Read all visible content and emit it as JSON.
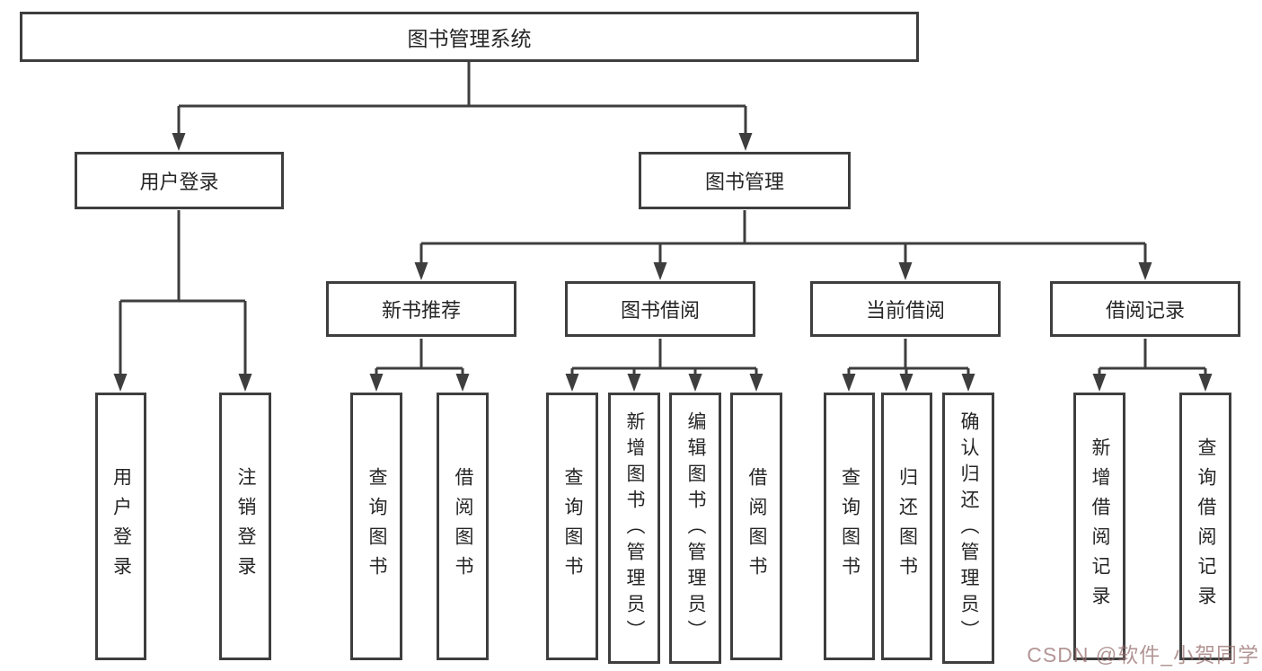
{
  "diagram": {
    "type": "tree",
    "title": "图书管理系统",
    "watermark": "CSDN @软件_小贺同学",
    "colors": {
      "line": "#3e3e3e",
      "box_fill": "#ffffff",
      "text": "#262626",
      "watermark": "#b98f8f"
    },
    "nodes": {
      "root": {
        "label": "图书管理系统"
      },
      "user_login": {
        "label": "用户登录"
      },
      "book_mgmt": {
        "label": "图书管理"
      },
      "new_book_rec": {
        "label": "新书推荐"
      },
      "book_borrow": {
        "label": "图书借阅"
      },
      "current_borrow": {
        "label": "当前借阅"
      },
      "borrow_records": {
        "label": "借阅记录"
      },
      "leaf_user_login": {
        "label": "用户登录"
      },
      "leaf_logout": {
        "label": "注销登录"
      },
      "leaf_nbr_query": {
        "label": "查询图书"
      },
      "leaf_nbr_borrow": {
        "label": "借阅图书"
      },
      "leaf_bb_query": {
        "label": "查询图书"
      },
      "leaf_bb_add": {
        "label": "新增图书（管理员）"
      },
      "leaf_bb_edit": {
        "label": "编辑图书（管理员）"
      },
      "leaf_bb_borrow": {
        "label": "借阅图书"
      },
      "leaf_cb_query": {
        "label": "查询图书"
      },
      "leaf_cb_return": {
        "label": "归还图书"
      },
      "leaf_cb_confirm": {
        "label": "确认归还（管理员）"
      },
      "leaf_br_add": {
        "label": "新增借阅记录"
      },
      "leaf_br_query": {
        "label": "查询借阅记录"
      }
    },
    "edges": [
      [
        "图书管理系统",
        "用户登录"
      ],
      [
        "图书管理系统",
        "图书管理"
      ],
      [
        "用户登录",
        "用户登录"
      ],
      [
        "用户登录",
        "注销登录"
      ],
      [
        "图书管理",
        "新书推荐"
      ],
      [
        "图书管理",
        "图书借阅"
      ],
      [
        "图书管理",
        "当前借阅"
      ],
      [
        "图书管理",
        "借阅记录"
      ],
      [
        "新书推荐",
        "查询图书"
      ],
      [
        "新书推荐",
        "借阅图书"
      ],
      [
        "图书借阅",
        "查询图书"
      ],
      [
        "图书借阅",
        "新增图书（管理员）"
      ],
      [
        "图书借阅",
        "编辑图书（管理员）"
      ],
      [
        "图书借阅",
        "借阅图书"
      ],
      [
        "当前借阅",
        "查询图书"
      ],
      [
        "当前借阅",
        "归还图书"
      ],
      [
        "当前借阅",
        "确认归还（管理员）"
      ],
      [
        "借阅记录",
        "新增借阅记录"
      ],
      [
        "借阅记录",
        "查询借阅记录"
      ]
    ]
  }
}
